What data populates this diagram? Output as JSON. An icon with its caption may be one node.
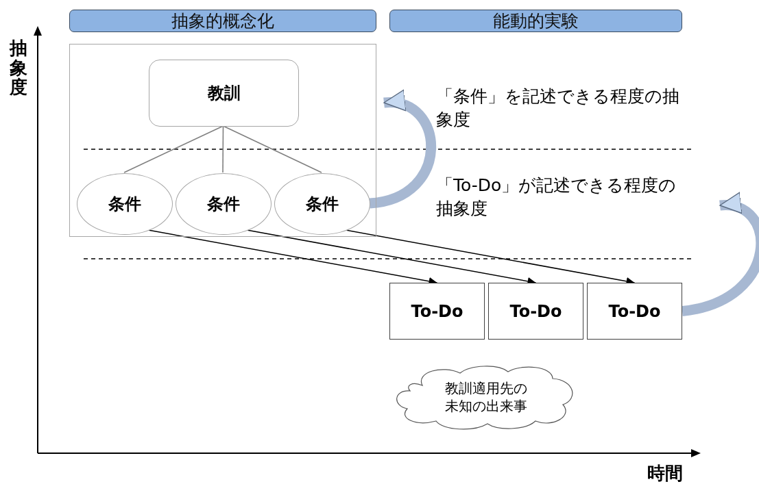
{
  "diagram": {
    "nodes": [
      {
        "text": [
          "抽象的概念化"
        ]
      },
      {
        "text": [
          "能動的実験"
        ]
      },
      {
        "text": [],
        "shape": "box"
      },
      {
        "text": [
          "教訓"
        ],
        "in": 2
      },
      {
        "text": [
          "条件"
        ],
        "in": 2
      },
      {
        "text": [
          "条件"
        ],
        "in": 2
      },
      {
        "text": [
          "条件"
        ],
        "in": 2
      },
      {
        "text": [
          "To-Do"
        ]
      },
      {
        "text": [
          "To-Do"
        ]
      },
      {
        "text": [
          "To-Do"
        ]
      },
      {
        "text": [
          "教訓適用先の未知の出来事"
        ]
      }
    ],
    "edges": [
      {
        "from": 3,
        "to": 4,
        "arrow": "none",
        "color": "#808080"
      },
      {
        "from": 3,
        "to": 5,
        "arrow": "none",
        "color": "#808080"
      },
      {
        "from": 3,
        "to": 6,
        "arrow": "none",
        "color": "#808080"
      },
      {
        "from": 4,
        "to": 7,
        "arrow": "to",
        "color": "#000000"
      },
      {
        "from": 5,
        "to": 8,
        "arrow": "to",
        "color": "#000000"
      },
      {
        "from": 6,
        "to": 9,
        "arrow": "to",
        "color": "#000000"
      },
      {
        "from": 6,
        "to": null,
        "arrow": "to",
        "style": "thick",
        "color": "#a7b8d2"
      },
      {
        "from": 9,
        "to": null,
        "arrow": "to",
        "style": "thick",
        "color": "#a7b8d2"
      }
    ],
    "labels": [
      "抽象度",
      "「条件」を記述できる程度の抽象度",
      "「To-Do」が記述できる程度の抽象度",
      "時間"
    ]
  }
}
